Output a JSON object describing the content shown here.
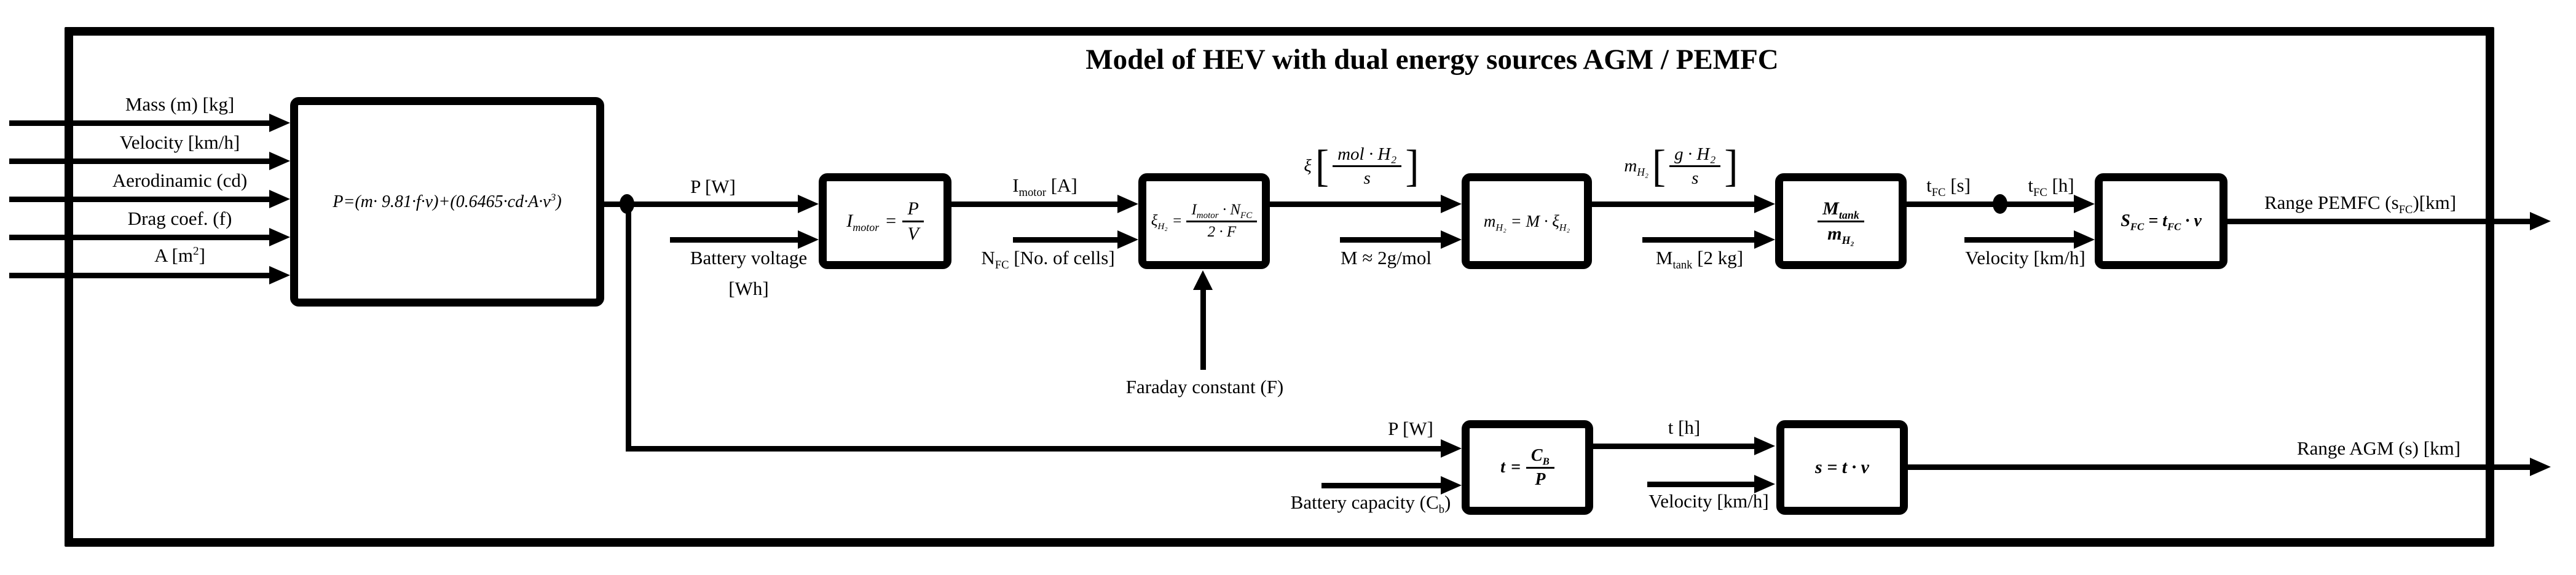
{
  "title": "Model of HEV with dual energy sources AGM / PEMFC",
  "colors": {
    "ink": "#000000",
    "paper": "#ffffff"
  },
  "inputs": {
    "mass": "Mass (m) [kg]",
    "velocity": "Velocity [km/h]",
    "aero": "Aerodinamic (cd)",
    "drag": "Drag coef.  (f)",
    "area": {
      "pre": "A [m",
      "sup": "2",
      "post": "]"
    }
  },
  "top_branch": {
    "p_w": "P [W]",
    "battery_voltage": {
      "line1": "Battery voltage",
      "line2": "[Wh]"
    },
    "i_motor": {
      "sym": "I",
      "sub": "motor",
      "unit": " [A]"
    },
    "n_fc": {
      "sym": "N",
      "sub": "FC",
      "unit": " [No. of cells]"
    },
    "faraday": "Faraday constant (F)",
    "xi_out": {
      "sym": "ξ",
      "open": "[",
      "num": "mol · H₂",
      "den": "s",
      "close": "]"
    },
    "m_molar": "M ≈ 2g/mol",
    "mh2_out": {
      "sym": "m",
      "sym_sub": "H₂",
      "open": "[",
      "num": "g · H₂",
      "den": "s",
      "close": "]"
    },
    "m_tank": {
      "sym": "M",
      "sub": "tank",
      "unit": " [2 kg]"
    },
    "t_fc_s": {
      "sym": "t",
      "sub": "FC",
      "unit": " [s]"
    },
    "t_fc_h": {
      "sym": "t",
      "sub": "FC",
      "unit": " [h]"
    },
    "velocity": "Velocity [km/h]",
    "range_out": {
      "pre": "Range PEMFC (s",
      "sub": "FC",
      "post": ")[km]"
    }
  },
  "bottom_branch": {
    "p_w": "P [W]",
    "battery_capacity": {
      "pre": "Battery capacity (C",
      "sub": "b",
      "post": ")"
    },
    "t_h": "t [h]",
    "velocity": "Velocity [km/h]",
    "range_out": "Range AGM (s) [km]"
  },
  "blocks": {
    "power": {
      "pre": "P=(m· 9.81·f·v)+(0.6465·cd·A·v",
      "sup": "3",
      "post": ")"
    },
    "motor_current": {
      "sym": "I",
      "sub": "motor",
      "eq": "=",
      "num": "P",
      "den": "V"
    },
    "hydrogen_rate": {
      "sym": "ξ",
      "sym_sub": "H₂",
      "eq": "=",
      "num1": "I",
      "num1_sub": "motor",
      "num2": " · N",
      "num2_sub": "FC",
      "den": "2 · F"
    },
    "mass_rate": {
      "sym": "m",
      "sym_sub": "H₂",
      "rhs": " = M · ξ",
      "rhs_sub": "H₂"
    },
    "tank_time": {
      "num": "M",
      "num_sub": "tank",
      "den": "m",
      "den_sub": "H₂"
    },
    "fc_range": {
      "lhs": "S",
      "lhs_sub": "FC",
      "mid": " = t",
      "mid_sub": "FC",
      "tail": " · v"
    },
    "battery_time": {
      "lhs": "t",
      "eq": "=",
      "num": "C",
      "num_sub": "B",
      "den": "P"
    },
    "agm_range": {
      "formula": "s = t · v"
    }
  }
}
